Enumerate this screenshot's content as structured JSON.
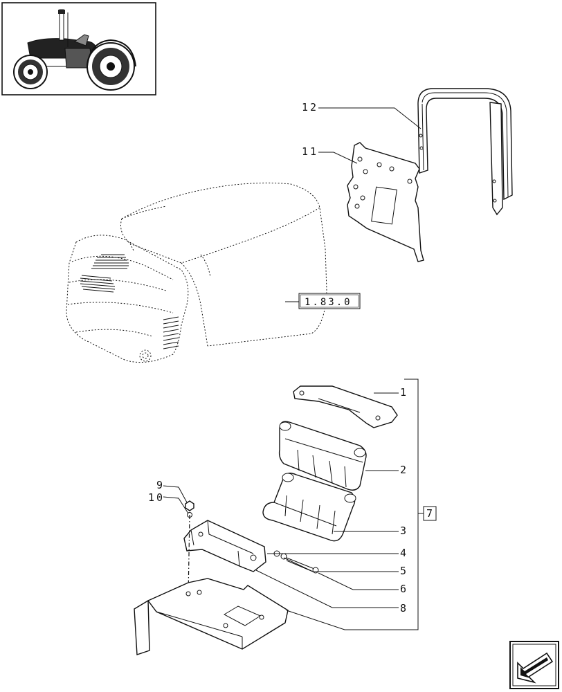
{
  "reference_box": "1.83.0",
  "callouts": {
    "c1": "1",
    "c2": "2",
    "c3": "3",
    "c4": "4",
    "c5": "5",
    "c6": "6",
    "c7": "7",
    "c8": "8",
    "c9": "9",
    "c10": "10",
    "c11": "11",
    "c12": "12"
  },
  "icons": {
    "thumbnail": "tractor-thumbnail-icon",
    "navigation": "next-page-arrow-icon"
  }
}
